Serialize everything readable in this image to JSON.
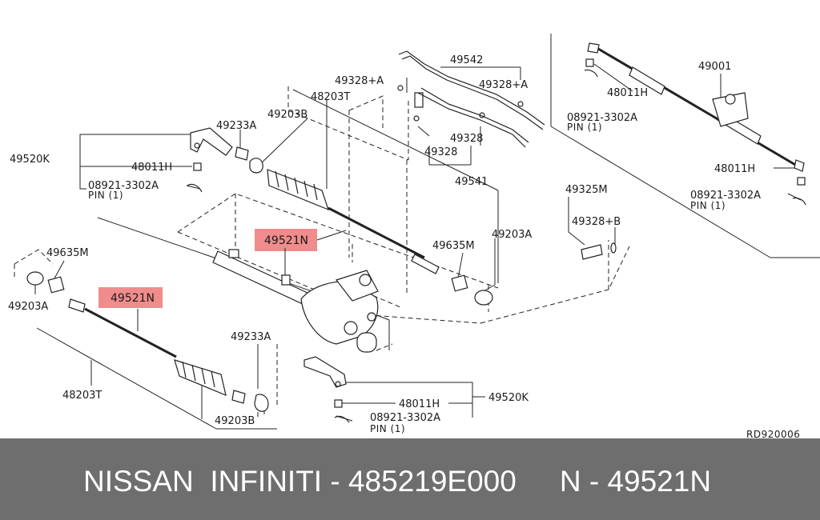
{
  "diagram": {
    "ref_code": "RD920006",
    "highlight_color": "#f08c8c",
    "labels": {
      "l_49542": "49542",
      "l_49328a_1": "49328+A",
      "l_49328a_2": "49328+A",
      "l_49328": "49328",
      "l_49541": "49541",
      "l_48203t_top": "48203T",
      "l_49203b_top": "49203B",
      "l_49233a_top": "49233A",
      "l_49520k_left": "49520K",
      "l_48011h_left": "48011H",
      "l_08921_left": "08921-3302A",
      "l_pin_left": "PIN (1)",
      "l_49521n_upper": "49521N",
      "l_49635m_right": "49635M",
      "l_49203a_right": "49203A",
      "l_49325m": "49325M",
      "l_49328b": "49328+B",
      "l_49001": "49001",
      "l_48011h_topright": "48011H",
      "l_08921_topright": "08921-3302A",
      "l_pin_topright": "PIN (1)",
      "l_48011h_right": "48011H",
      "l_08921_right": "08921-3302A",
      "l_pin_right": "PIN (1)",
      "l_49635m_left": "49635M",
      "l_49203a_left": "49203A",
      "l_49521n_lower": "49521N",
      "l_48203t_bottom": "48203T",
      "l_49233a_bottom": "49233A",
      "l_49203b_bottom": "49203B",
      "l_48011h_bottom": "48011H",
      "l_49520k_bottom": "49520K",
      "l_08921_bottom": "08921-3302A",
      "l_pin_bottom": "PIN (1)"
    }
  },
  "footer": {
    "left_text": "NISSAN  INFINITI - 485219E000",
    "right_text": "N - 49521N"
  }
}
